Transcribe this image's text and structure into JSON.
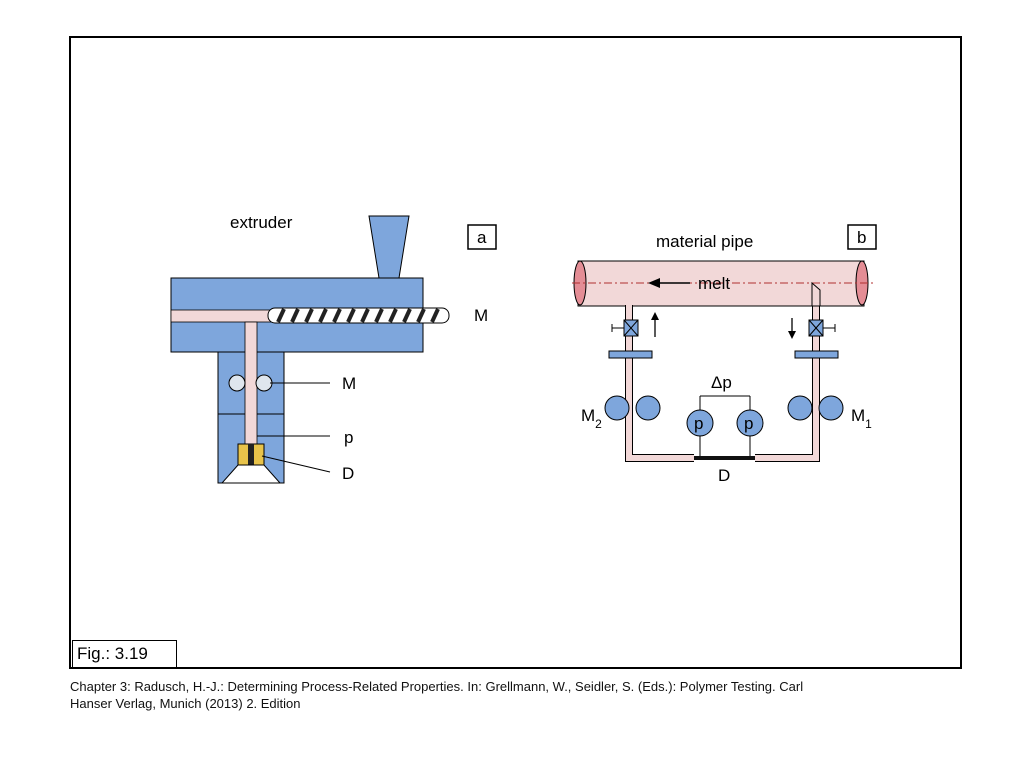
{
  "figure": {
    "number": "Fig.: 3.19",
    "caption_line1": "Chapter 3: Radusch, H.-J.: Determining Process-Related Properties. In: Grellmann, W., Seidler, S. (Eds.): Polymer Testing. Carl",
    "caption_line2": "Hanser Verlag, Munich (2013) 2. Edition"
  },
  "panel_a": {
    "tag": "a",
    "title": "extruder",
    "label_motor": "M",
    "label_mixer": "M",
    "label_pressure": "p",
    "label_die": "D"
  },
  "panel_b": {
    "tag": "b",
    "title": "material pipe",
    "flow_label": "melt",
    "label_m2": "M",
    "label_m2_sub": "2",
    "label_m1": "M",
    "label_m1_sub": "1",
    "delta_p": "Δp",
    "gauge_left": "p",
    "gauge_right": "p",
    "label_die": "D"
  },
  "colors": {
    "steel_blue": "#7ea6dc",
    "melt_pink": "#f2d8d8",
    "pipe_end": "#e48d95",
    "die_yellow": "#e8c34a"
  }
}
